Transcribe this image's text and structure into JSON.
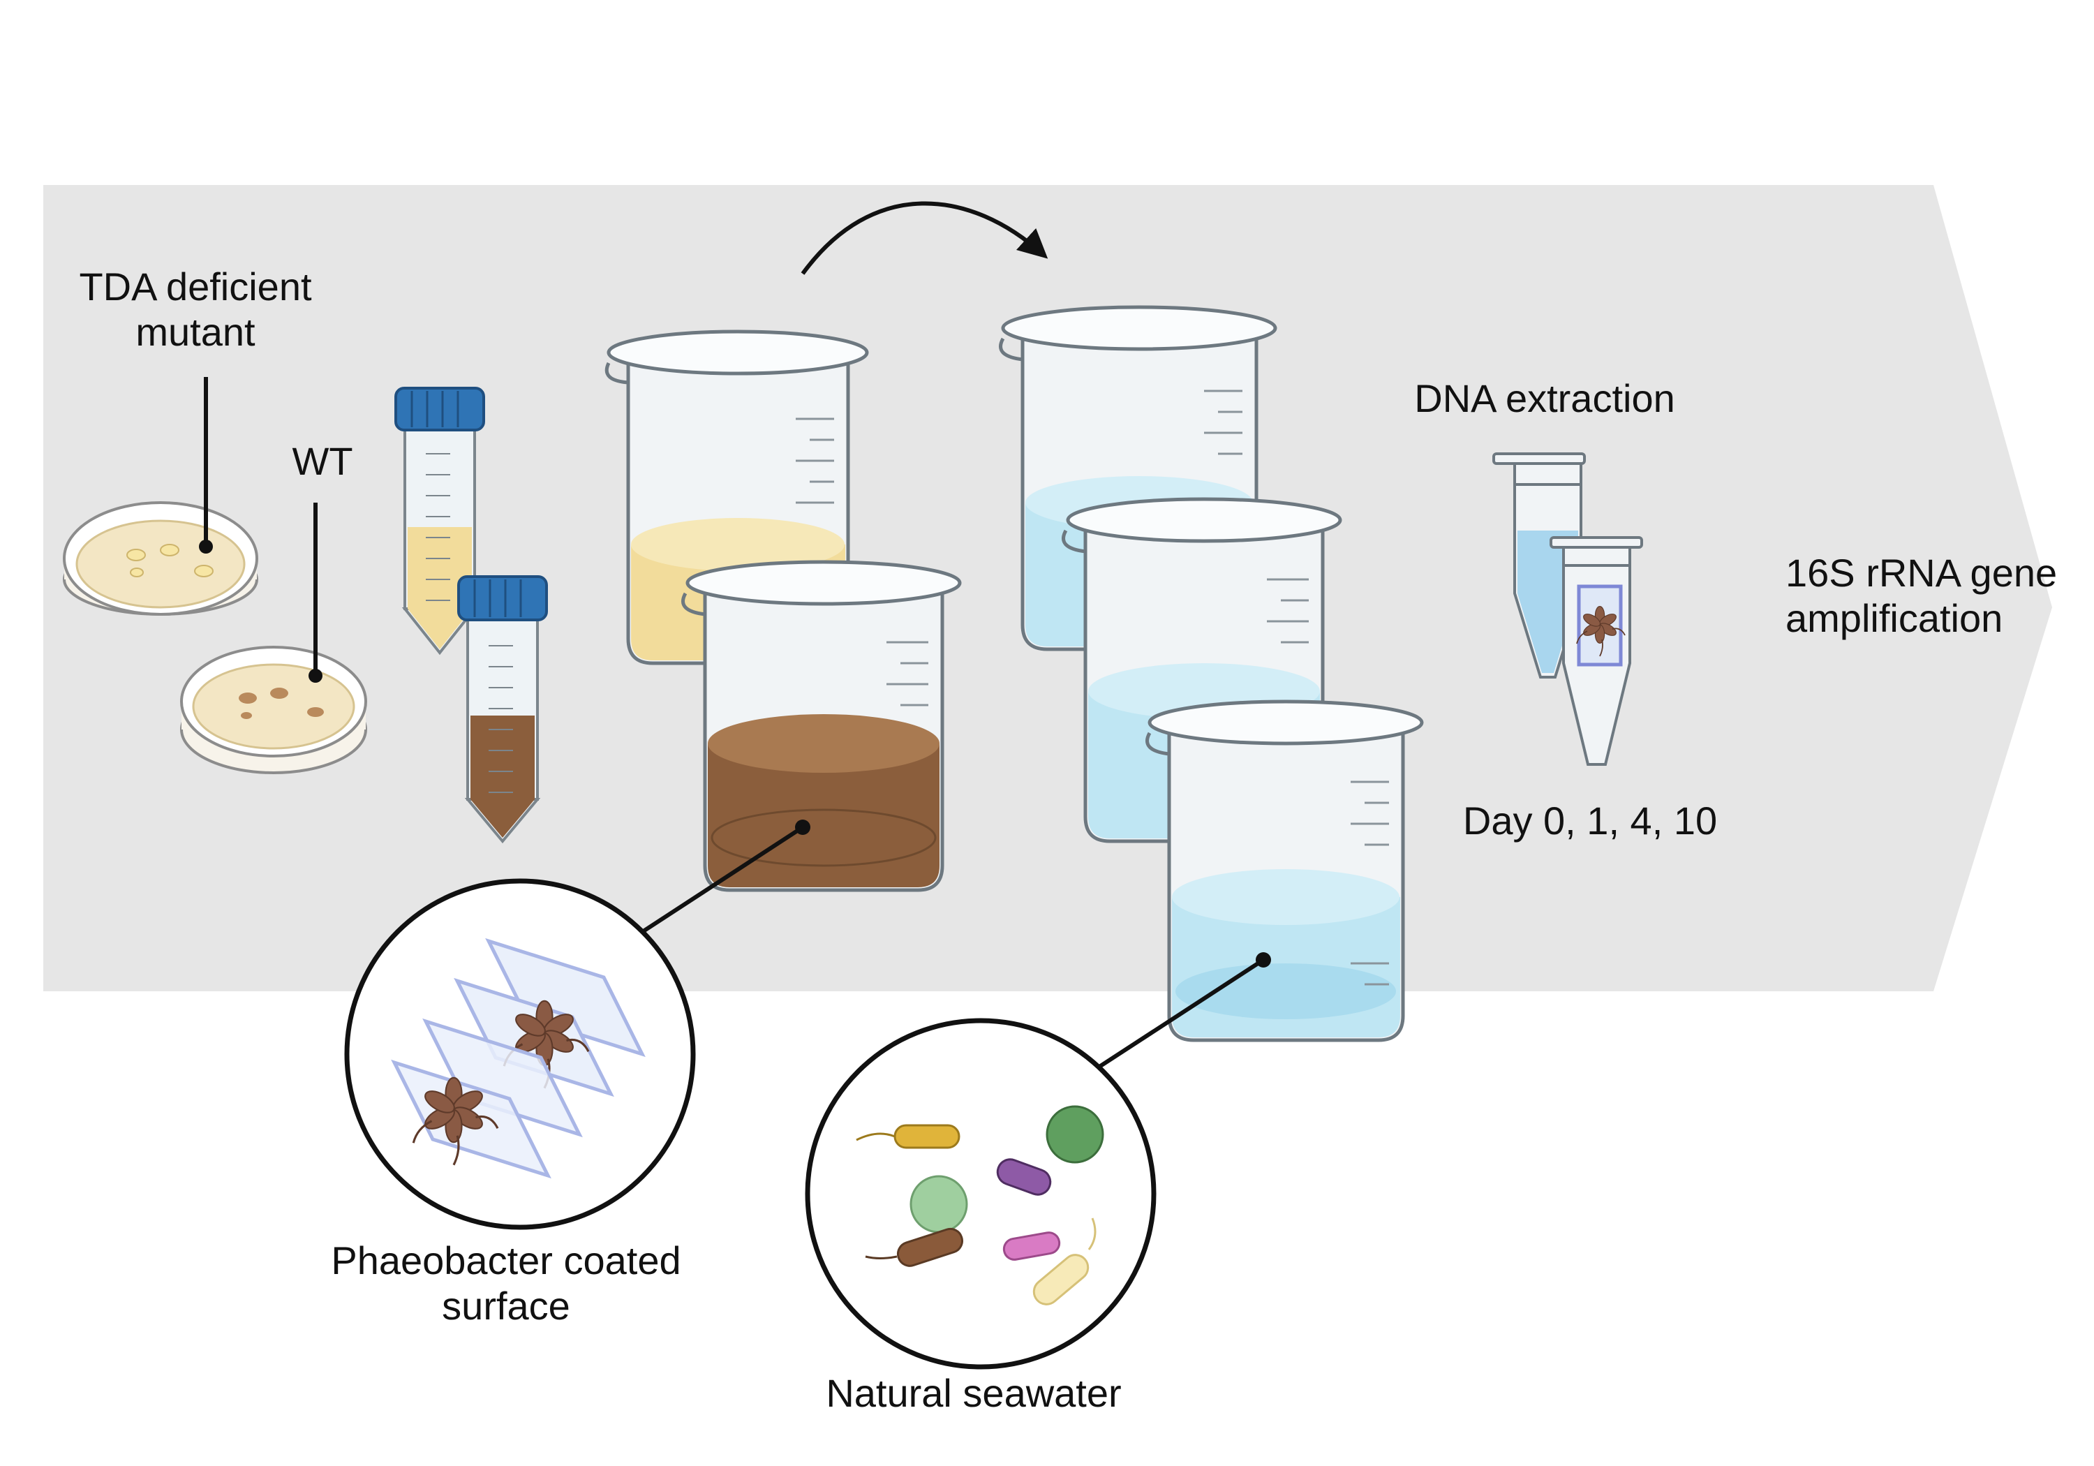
{
  "labels": {
    "tda_mutant_line1": "TDA deficient",
    "tda_mutant_line2": "mutant",
    "wt": "WT",
    "dna_extraction": "DNA extraction",
    "days": "Day 0, 1, 4, 10",
    "amplification_line1": "16S rRNA gene",
    "amplification_line2": "amplification",
    "surface_line1": "Phaeobacter coated",
    "surface_line2": "surface",
    "seawater": "Natural seawater"
  },
  "colors": {
    "background_arrow": "#e6e6e6",
    "outline": "#5f6b73",
    "agar": "#f3e6c4",
    "yellow_culture": "#f2dc9b",
    "brown_culture": "#8b5e3c",
    "seawater": "#bfe6f3",
    "tube_cap": "#2f74b5",
    "surface_coating": "#8a5a44",
    "microbe_yellow": "#e0b43a",
    "microbe_purple": "#8e5aa6",
    "microbe_green": "#5f9f5f",
    "microbe_brown": "#8a5a3a",
    "microbe_pink": "#d97bc4"
  }
}
